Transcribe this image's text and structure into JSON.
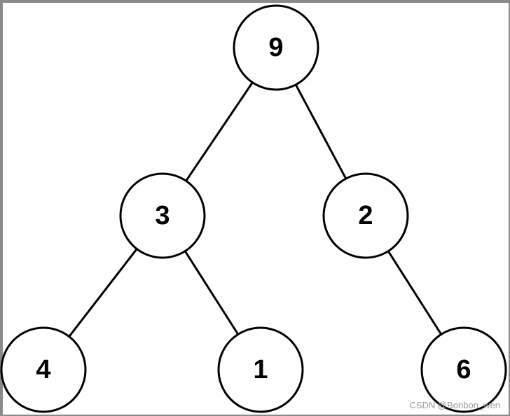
{
  "tree": {
    "nodes": [
      {
        "id": "n9",
        "label": "9"
      },
      {
        "id": "n3",
        "label": "3"
      },
      {
        "id": "n2",
        "label": "2"
      },
      {
        "id": "n4",
        "label": "4"
      },
      {
        "id": "n1",
        "label": "1"
      },
      {
        "id": "n6",
        "label": "6"
      }
    ],
    "edges": [
      {
        "from": "n9",
        "to": "n3"
      },
      {
        "from": "n9",
        "to": "n2"
      },
      {
        "from": "n3",
        "to": "n4"
      },
      {
        "from": "n3",
        "to": "n1"
      },
      {
        "from": "n2",
        "to": "n6"
      }
    ]
  },
  "watermark": "CSDN @Bonbon_wen"
}
